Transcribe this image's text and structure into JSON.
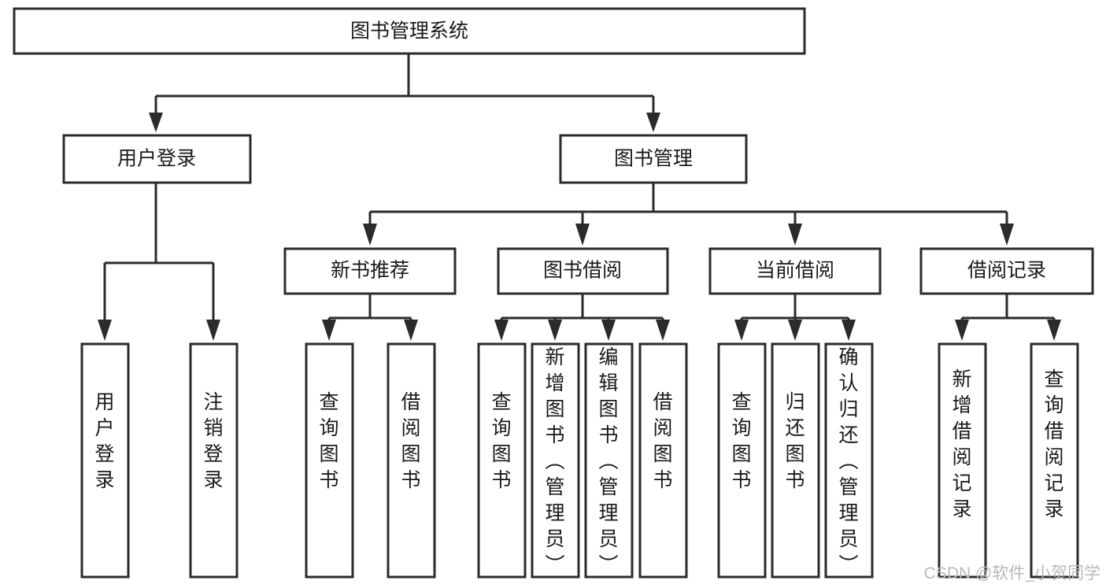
{
  "diagram": {
    "type": "tree-hierarchy",
    "orientation": "top-down",
    "title": "图书管理系统",
    "root": {
      "id": "root",
      "label": "图书管理系统",
      "level": 0,
      "text_orientation": "horizontal"
    },
    "level1": [
      {
        "id": "user-login",
        "label": "用户登录",
        "text_orientation": "horizontal"
      },
      {
        "id": "book-manage",
        "label": "图书管理",
        "text_orientation": "horizontal"
      }
    ],
    "level2": [
      {
        "id": "new-book-recommend",
        "label": "新书推荐",
        "parent": "book-manage",
        "text_orientation": "horizontal"
      },
      {
        "id": "book-borrow",
        "label": "图书借阅",
        "parent": "book-manage",
        "text_orientation": "horizontal"
      },
      {
        "id": "current-borrow",
        "label": "当前借阅",
        "parent": "book-manage",
        "text_orientation": "horizontal"
      },
      {
        "id": "borrow-record",
        "label": "借阅记录",
        "parent": "book-manage",
        "text_orientation": "horizontal"
      }
    ],
    "leaves": [
      {
        "id": "leaf-user-login",
        "label": "用户登录",
        "parent": "user-login",
        "text_orientation": "vertical"
      },
      {
        "id": "leaf-user-logout",
        "label": "注销登录",
        "parent": "user-login",
        "text_orientation": "vertical"
      },
      {
        "id": "leaf-query-book-1",
        "label": "查询图书",
        "parent": "new-book-recommend",
        "text_orientation": "vertical"
      },
      {
        "id": "leaf-borrow-book-1",
        "label": "借阅图书",
        "parent": "new-book-recommend",
        "text_orientation": "vertical"
      },
      {
        "id": "leaf-query-book-2",
        "label": "查询图书",
        "parent": "book-borrow",
        "text_orientation": "vertical"
      },
      {
        "id": "leaf-add-book",
        "label": "新增图书（管理员）",
        "parent": "book-borrow",
        "text_orientation": "vertical"
      },
      {
        "id": "leaf-edit-book",
        "label": "编辑图书（管理员）",
        "parent": "book-borrow",
        "text_orientation": "vertical"
      },
      {
        "id": "leaf-borrow-book-2",
        "label": "借阅图书",
        "parent": "book-borrow",
        "text_orientation": "vertical"
      },
      {
        "id": "leaf-query-book-3",
        "label": "查询图书",
        "parent": "current-borrow",
        "text_orientation": "vertical"
      },
      {
        "id": "leaf-return-book",
        "label": "归还图书",
        "parent": "current-borrow",
        "text_orientation": "vertical"
      },
      {
        "id": "leaf-confirm-return",
        "label": "确认归还（管理员）",
        "parent": "current-borrow",
        "text_orientation": "vertical"
      },
      {
        "id": "leaf-add-record",
        "label": "新增借阅记录",
        "parent": "borrow-record",
        "text_orientation": "vertical"
      },
      {
        "id": "leaf-query-record",
        "label": "查询借阅记录",
        "parent": "borrow-record",
        "text_orientation": "vertical"
      }
    ],
    "colors": {
      "box_fill": "#ffffff",
      "box_stroke": "#2b2b2b",
      "text": "#1a1a1a",
      "background": "#ffffff",
      "watermark": "#b9b9b9"
    }
  },
  "watermark": {
    "label": "CSDN @软件_小贺同学"
  }
}
